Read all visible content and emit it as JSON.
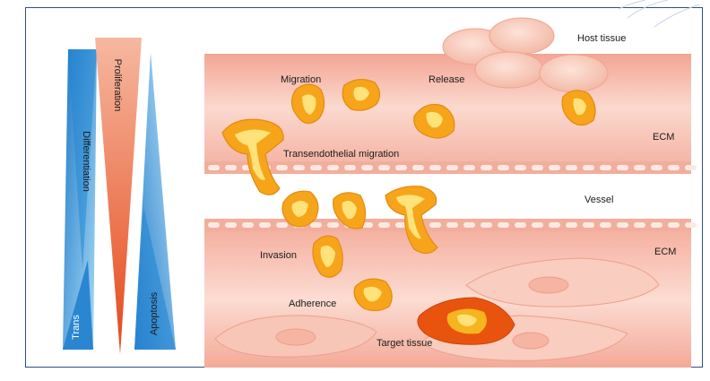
{
  "labels": {
    "host_tissue": "Host tissue",
    "migration": "Migration",
    "release": "Release",
    "ecm_top": "ECM",
    "transendothelial": "Transendothelial migration",
    "vessel": "Vessel",
    "ecm_bottom": "ECM",
    "invasion": "Invasion",
    "adherence": "Adherence",
    "target_tissue": "Target tissue"
  },
  "gradients": {
    "differentiation": "Differentiation",
    "proliferation": "Proliferation",
    "trans": "Trans",
    "apoptosis": "Apoptosis"
  },
  "colors": {
    "frame": "#2f4f86",
    "tissue": "#f4b3a3",
    "cell": "#f6a51a",
    "cell_inner": "#ffe27a",
    "target_cell": "#e8540e",
    "blue": "#2a8fd6",
    "orange": "#ec6a3c"
  }
}
